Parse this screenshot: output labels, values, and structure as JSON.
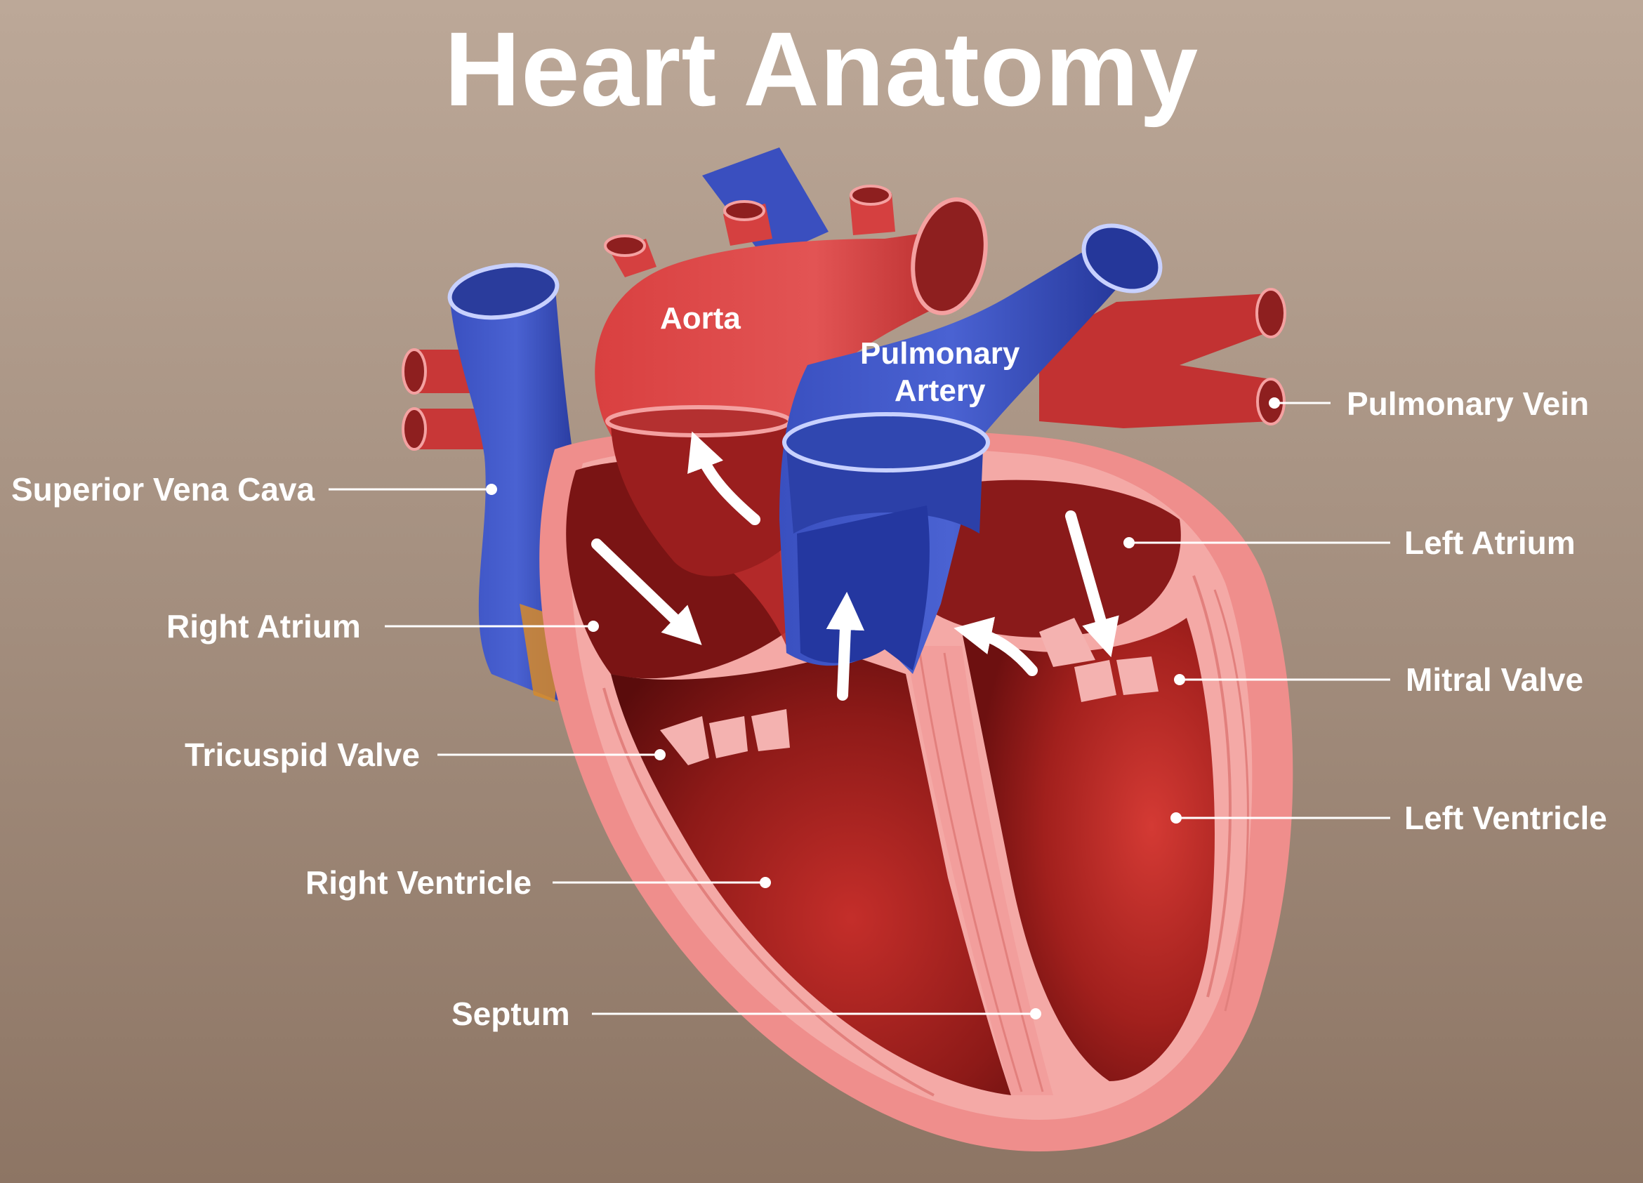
{
  "title": "Heart Anatomy",
  "labels": {
    "aorta": "Aorta",
    "pulmonary_artery_line1": "Pulmonary",
    "pulmonary_artery_line2": "Artery",
    "pulmonary_vein": "Pulmonary Vein",
    "superior_vena_cava": "Superior Vena Cava",
    "left_atrium": "Left Atrium",
    "right_atrium": "Right Atrium",
    "mitral_valve": "Mitral Valve",
    "tricuspid_valve": "Tricuspid Valve",
    "left_ventricle": "Left Ventricle",
    "right_ventricle": "Right Ventricle",
    "septum": "Septum"
  },
  "colors": {
    "oxygen_rich": "#d9443f",
    "oxygen_poor": "#2e43a8",
    "muscle_wall": "#ef8e8c",
    "chamber_dark": "#8a1a1a",
    "leader_line": "#ffffff"
  }
}
